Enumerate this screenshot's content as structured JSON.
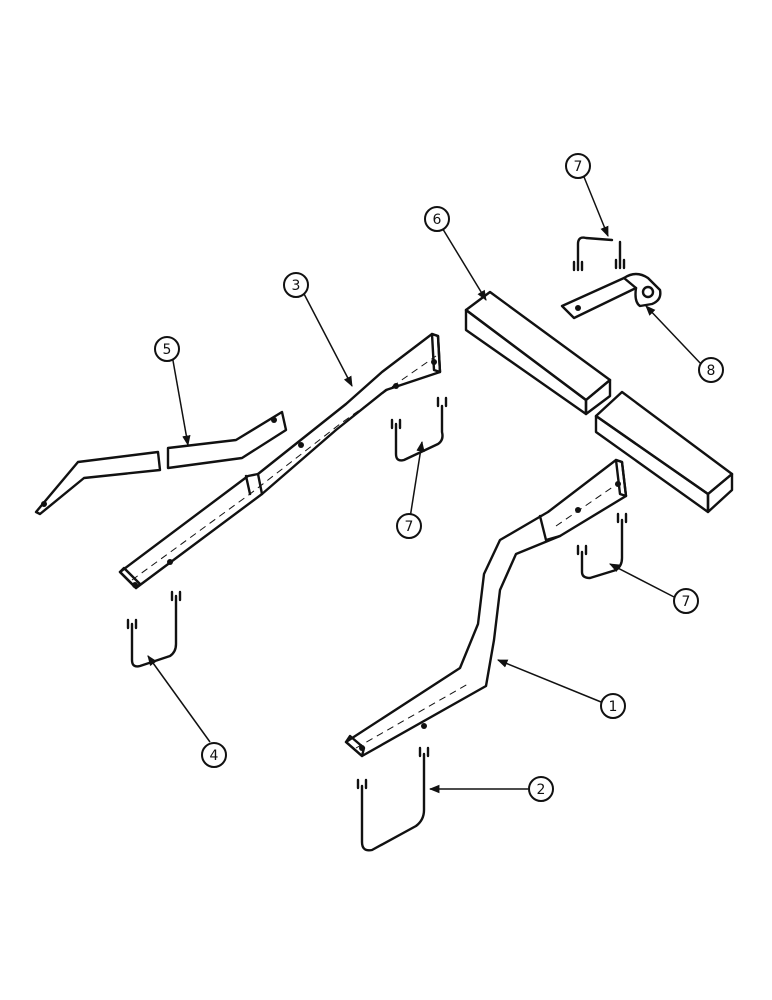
{
  "callouts": [
    {
      "id": "1",
      "label": "1"
    },
    {
      "id": "2",
      "label": "2"
    },
    {
      "id": "3",
      "label": "3"
    },
    {
      "id": "4",
      "label": "4"
    },
    {
      "id": "5",
      "label": "5"
    },
    {
      "id": "6",
      "label": "6"
    },
    {
      "id": "7a",
      "label": "7"
    },
    {
      "id": "7b",
      "label": "7"
    },
    {
      "id": "7c",
      "label": "7"
    },
    {
      "id": "8",
      "label": "8"
    }
  ]
}
